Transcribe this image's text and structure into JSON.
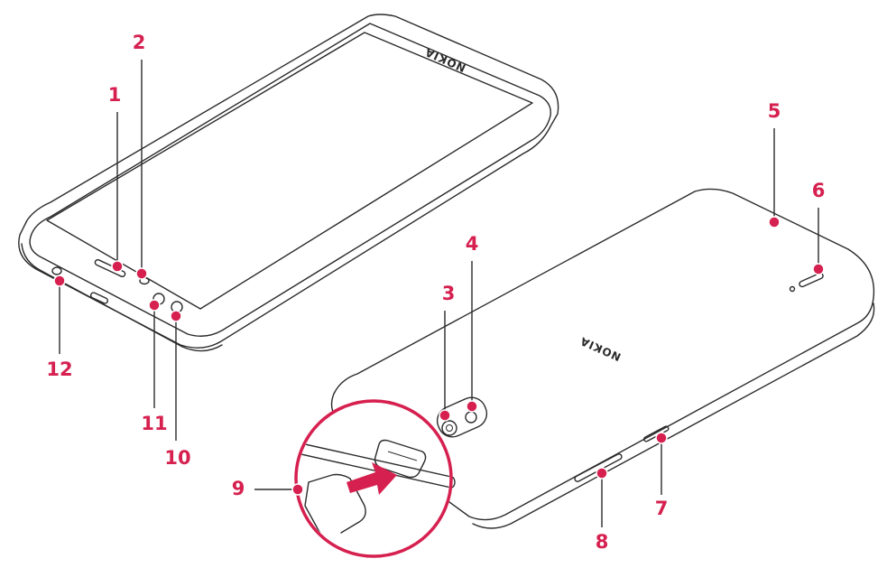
{
  "colors": {
    "accent": "#d6204f",
    "line": "#2b2b2b",
    "background": "#ffffff"
  },
  "brand": {
    "front_logo": "NOKIA",
    "back_logo": "NOKIA"
  },
  "callouts": [
    {
      "id": "1",
      "label": "1"
    },
    {
      "id": "2",
      "label": "2"
    },
    {
      "id": "3",
      "label": "3"
    },
    {
      "id": "4",
      "label": "4"
    },
    {
      "id": "5",
      "label": "5"
    },
    {
      "id": "6",
      "label": "6"
    },
    {
      "id": "7",
      "label": "7"
    },
    {
      "id": "8",
      "label": "8"
    },
    {
      "id": "9",
      "label": "9"
    },
    {
      "id": "10",
      "label": "10"
    },
    {
      "id": "11",
      "label": "11"
    },
    {
      "id": "12",
      "label": "12"
    }
  ]
}
